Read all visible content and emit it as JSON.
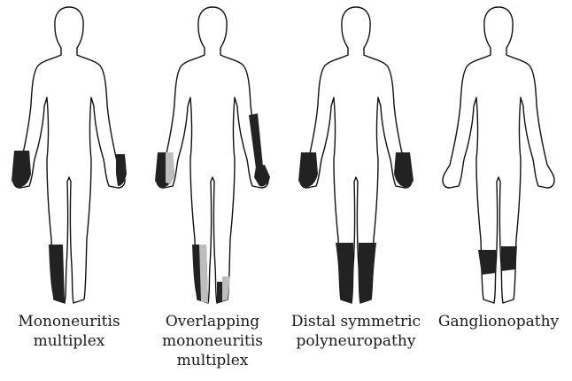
{
  "figures": [
    {
      "id": "mononeuritis",
      "caption": [
        "Mononeuritis",
        "multiplex"
      ]
    },
    {
      "id": "overlapping",
      "caption": [
        "Overlapping",
        "mononeuritis",
        "multiplex"
      ]
    },
    {
      "id": "distal",
      "caption": [
        "Distal symmetric",
        "polyneuropathy"
      ]
    },
    {
      "id": "ganglionopathy",
      "caption": [
        "Ganglionopathy"
      ]
    }
  ],
  "colors": {
    "outline": "#111111",
    "dark": "#222222",
    "light": "#bdbdbd"
  }
}
